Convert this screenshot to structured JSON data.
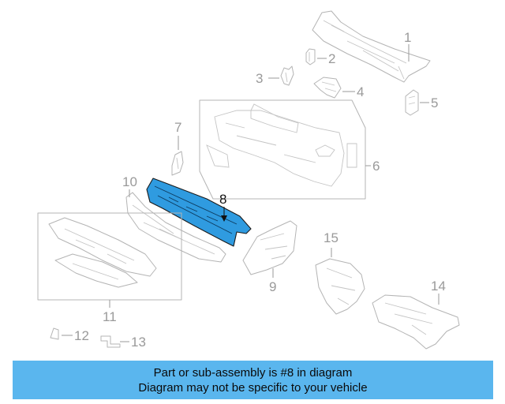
{
  "callouts": {
    "c1": "1",
    "c2": "2",
    "c3": "3",
    "c4": "4",
    "c5": "5",
    "c6": "6",
    "c7": "7",
    "c8": "8",
    "c9": "9",
    "c10": "10",
    "c11": "11",
    "c12": "12",
    "c13": "13",
    "c14": "14",
    "c15": "15"
  },
  "highlighted_part": "8",
  "colors": {
    "highlight": "#2f9be0",
    "banner": "#5ab6ee",
    "line": "#b4b4b4"
  },
  "banner": {
    "line1": "Part or sub-assembly is #8 in diagram",
    "line2": "Diagram may not be specific to your vehicle"
  }
}
